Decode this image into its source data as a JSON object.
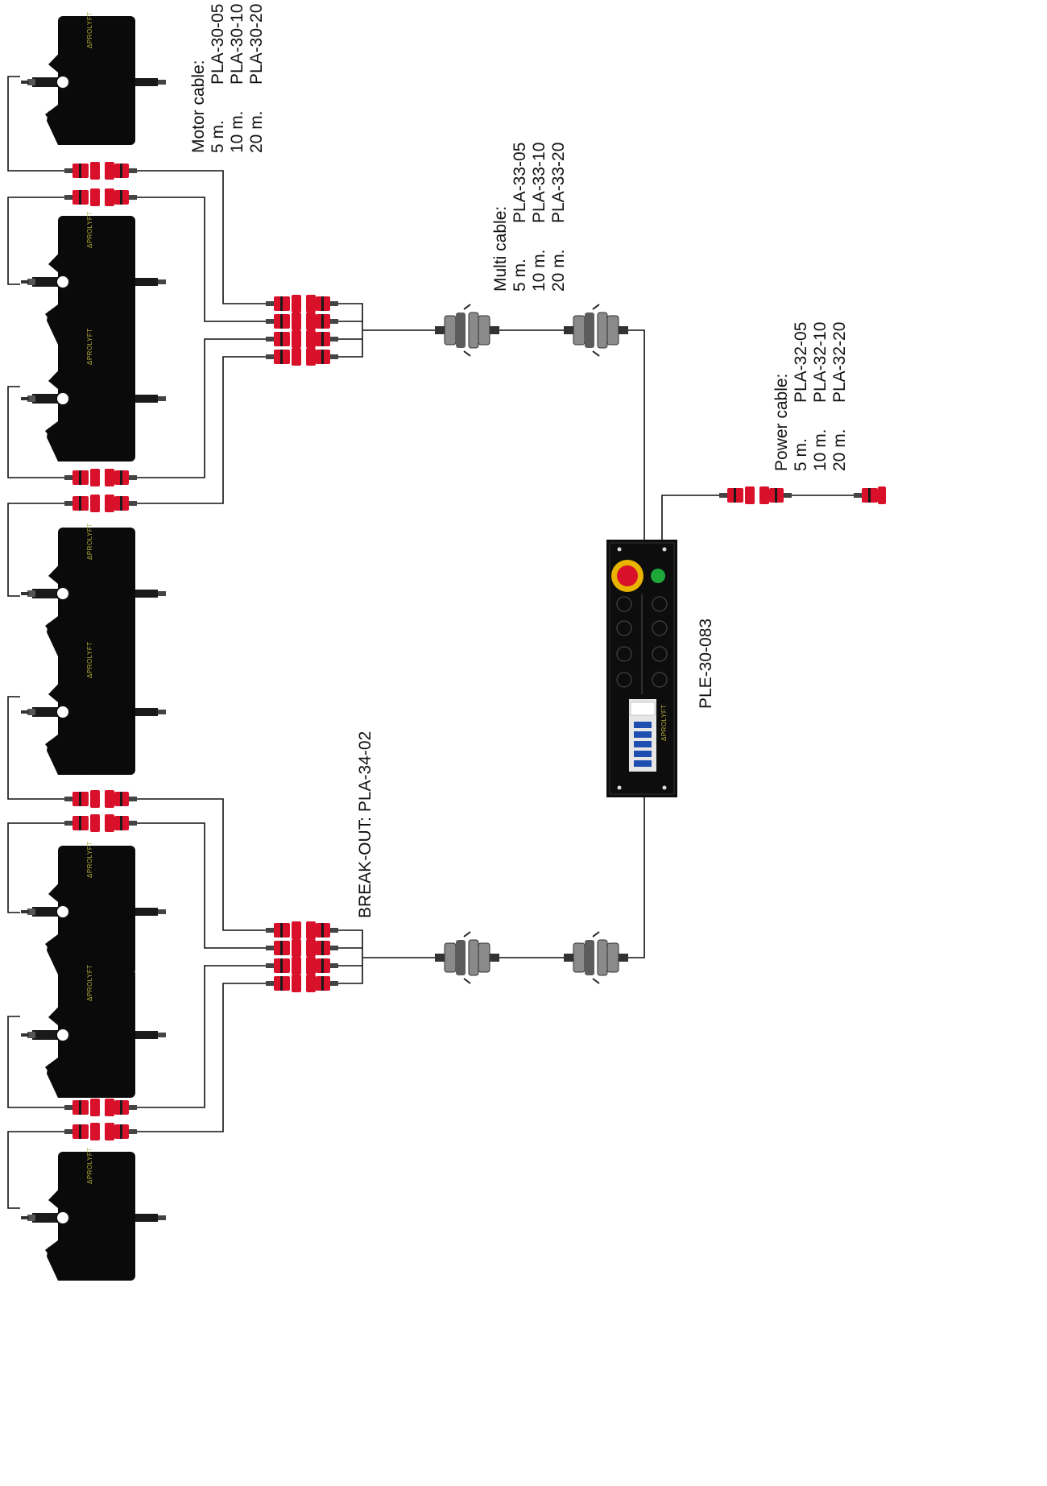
{
  "diagram": {
    "motor_cable": {
      "title": "Motor cable:",
      "rows": [
        {
          "length": "5 m.",
          "code": "PLA-30-05"
        },
        {
          "length": "10 m.",
          "code": "PLA-30-10"
        },
        {
          "length": "20 m.",
          "code": "PLA-30-20"
        }
      ]
    },
    "multi_cable": {
      "title": "Multi cable:",
      "rows": [
        {
          "length": "5 m.",
          "code": "PLA-33-05"
        },
        {
          "length": "10 m.",
          "code": "PLA-33-10"
        },
        {
          "length": "20 m.",
          "code": "PLA-33-20"
        }
      ]
    },
    "power_cable": {
      "title": "Power cable:",
      "rows": [
        {
          "length": "5 m.",
          "code": "PLA-32-05"
        },
        {
          "length": "10 m.",
          "code": "PLA-32-10"
        },
        {
          "length": "20 m.",
          "code": "PLA-32-20"
        }
      ]
    },
    "breakout_label": "BREAK-OUT: PLA-34-02",
    "controller_label": "PLE-30-083",
    "brand": "ΔPROLYFT",
    "colors": {
      "connector_red": "#d8102a",
      "hoist_black": "#0a0a0a",
      "estop_yellow": "#e8b400",
      "estop_red": "#d8102a",
      "indicator_green": "#1fa83a",
      "brand_text": "#b8ae3a"
    },
    "hoist_count": 8
  }
}
